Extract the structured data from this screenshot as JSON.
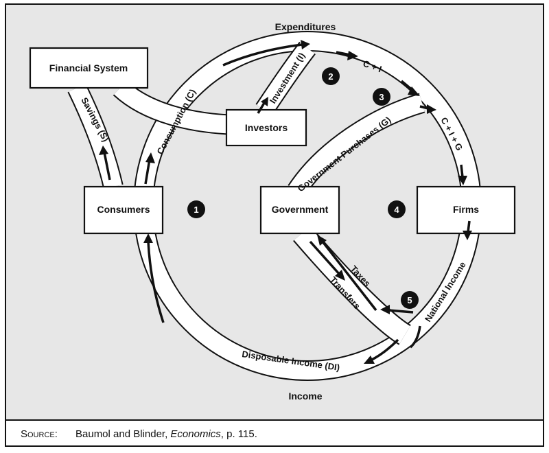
{
  "diagram": {
    "top_label": "Expenditures",
    "bottom_label": "Income",
    "boxes": {
      "financial_system": "Financial System",
      "investors": "Investors",
      "consumers": "Consumers",
      "government": "Government",
      "firms": "Firms"
    },
    "flows": {
      "savings": "Savings (S)",
      "consumption": "Consumption (C)",
      "investment": "Investment (I)",
      "c_plus_i": "C + I",
      "c_plus_i_plus_g": "C + I + G",
      "government_purchases": "Government Purchases (G)",
      "national_income": "National Income",
      "taxes": "Taxes",
      "transfers": "Transfers",
      "disposable_income": "Disposable Income (DI)"
    },
    "badges": [
      "1",
      "2",
      "3",
      "4",
      "5"
    ]
  },
  "source": {
    "label": "Source:",
    "text_before": "Baumol and Blinder, ",
    "title": "Economics",
    "text_after": ", p. 115."
  }
}
